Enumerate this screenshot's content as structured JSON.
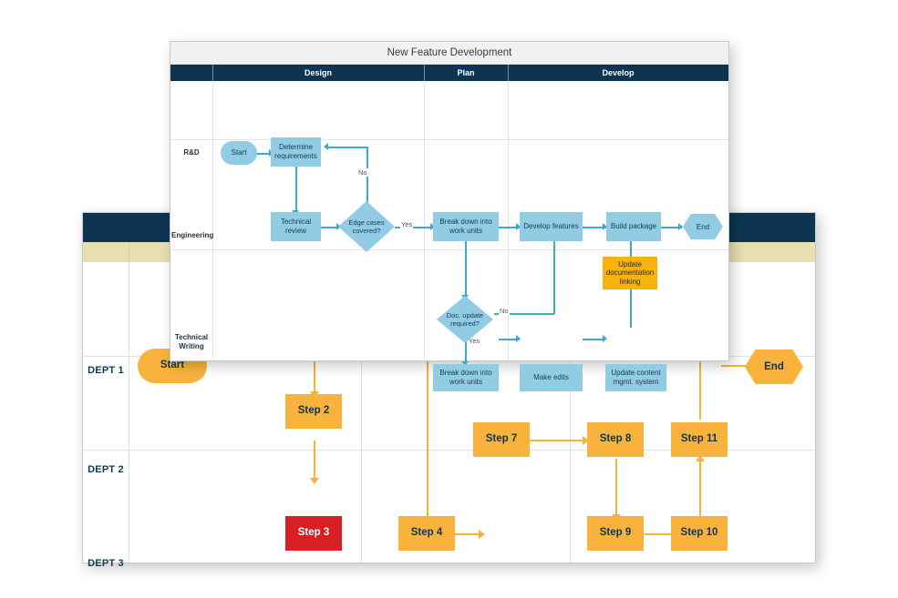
{
  "background_diagram": {
    "name": "swimlane-steps-diagram",
    "lanes": [
      "DEPT 1",
      "DEPT 2",
      "DEPT 3"
    ],
    "colors": {
      "header": "#0d3552",
      "band": "#e7dfb1",
      "node": "#f9b33c",
      "alert_node": "#d81f26",
      "connector": "#f7b336"
    },
    "nodes": [
      {
        "id": "start",
        "label": "Start",
        "lane": "DEPT 1",
        "shape": "pill",
        "state": "normal"
      },
      {
        "id": "end",
        "label": "End",
        "lane": "DEPT 1",
        "shape": "hex",
        "state": "normal"
      },
      {
        "id": "step2",
        "label": "Step 2",
        "lane": "DEPT 2",
        "shape": "rect",
        "state": "normal"
      },
      {
        "id": "step7",
        "label": "Step 7",
        "lane": "DEPT 2",
        "shape": "rect",
        "state": "normal"
      },
      {
        "id": "step8",
        "label": "Step 8",
        "lane": "DEPT 2",
        "shape": "rect",
        "state": "normal"
      },
      {
        "id": "step11",
        "label": "Step 11",
        "lane": "DEPT 2",
        "shape": "rect",
        "state": "normal"
      },
      {
        "id": "step3",
        "label": "Step 3",
        "lane": "DEPT 3",
        "shape": "rect",
        "state": "alert"
      },
      {
        "id": "step4",
        "label": "Step 4",
        "lane": "DEPT 3",
        "shape": "rect",
        "state": "normal"
      },
      {
        "id": "step9",
        "label": "Step 9",
        "lane": "DEPT 3",
        "shape": "rect",
        "state": "normal"
      },
      {
        "id": "step10",
        "label": "Step 10",
        "lane": "DEPT 3",
        "shape": "rect",
        "state": "normal"
      }
    ],
    "edges": [
      {
        "from": "step2",
        "to": "step3",
        "label": ""
      },
      {
        "from": "step3",
        "to": "step4",
        "label": ""
      },
      {
        "from": "step4",
        "to": "step7",
        "label": ""
      },
      {
        "from": "step7",
        "to": "step8",
        "label": ""
      },
      {
        "from": "step8",
        "to": "step9",
        "label": ""
      },
      {
        "from": "step9",
        "to": "step10",
        "label": ""
      },
      {
        "from": "step10",
        "to": "step11",
        "label": ""
      },
      {
        "from": "step11",
        "to": "end",
        "label": ""
      }
    ]
  },
  "front_diagram": {
    "title": "New Feature Development",
    "columns": [
      "Design",
      "Plan",
      "Develop"
    ],
    "lanes": [
      "R&D",
      "Engineering",
      "Technical Writing"
    ],
    "colors": {
      "header": "#0d3552",
      "titlebar": "#f1f1f1",
      "node": "#92cce4",
      "highlight_node": "#f9b20c",
      "connector": "#3fa8cc"
    },
    "nodes": [
      {
        "id": "start",
        "label": "Start",
        "lane": "R&D",
        "column": "Design",
        "shape": "pill",
        "state": "normal"
      },
      {
        "id": "determine",
        "label": "Determine requirements",
        "lane": "R&D",
        "column": "Design",
        "shape": "rect",
        "state": "normal"
      },
      {
        "id": "techreview",
        "label": "Technical review",
        "lane": "Engineering",
        "column": "Design",
        "shape": "rect",
        "state": "normal"
      },
      {
        "id": "edgecases",
        "label": "Edge cases covered?",
        "lane": "Engineering",
        "column": "Design",
        "shape": "diamond",
        "state": "normal"
      },
      {
        "id": "breakdown1",
        "label": "Break down into work units",
        "lane": "Engineering",
        "column": "Plan",
        "shape": "rect",
        "state": "normal"
      },
      {
        "id": "develop",
        "label": "Develop features",
        "lane": "Engineering",
        "column": "Develop",
        "shape": "rect",
        "state": "normal"
      },
      {
        "id": "build",
        "label": "Build package",
        "lane": "Engineering",
        "column": "Develop",
        "shape": "rect",
        "state": "normal"
      },
      {
        "id": "end",
        "label": "End",
        "lane": "Engineering",
        "column": "Develop",
        "shape": "hex",
        "state": "normal"
      },
      {
        "id": "updatedoc",
        "label": "Update documentation linking",
        "lane": "Engineering",
        "column": "Develop",
        "shape": "rect",
        "state": "highlight"
      },
      {
        "id": "docupdate",
        "label": "Doc. update required?",
        "lane": "Technical Writing",
        "column": "Plan",
        "shape": "diamond",
        "state": "normal"
      },
      {
        "id": "breakdown2",
        "label": "Break down into work units",
        "lane": "Technical Writing",
        "column": "Plan",
        "shape": "rect",
        "state": "normal"
      },
      {
        "id": "makeedits",
        "label": "Make edits",
        "lane": "Technical Writing",
        "column": "Develop",
        "shape": "rect",
        "state": "normal"
      },
      {
        "id": "updatecms",
        "label": "Update content mgmt. system",
        "lane": "Technical Writing",
        "column": "Develop",
        "shape": "rect",
        "state": "normal"
      }
    ],
    "edges": [
      {
        "from": "start",
        "to": "determine",
        "label": ""
      },
      {
        "from": "determine",
        "to": "techreview",
        "label": ""
      },
      {
        "from": "techreview",
        "to": "edgecases",
        "label": ""
      },
      {
        "from": "edgecases",
        "to": "determine",
        "label": "No"
      },
      {
        "from": "edgecases",
        "to": "breakdown1",
        "label": "Yes"
      },
      {
        "from": "breakdown1",
        "to": "develop",
        "label": ""
      },
      {
        "from": "breakdown1",
        "to": "docupdate",
        "label": ""
      },
      {
        "from": "develop",
        "to": "build",
        "label": ""
      },
      {
        "from": "build",
        "to": "end",
        "label": ""
      },
      {
        "from": "docupdate",
        "to": "develop",
        "label": "No"
      },
      {
        "from": "docupdate",
        "to": "breakdown2",
        "label": "Yes"
      },
      {
        "from": "breakdown2",
        "to": "makeedits",
        "label": ""
      },
      {
        "from": "makeedits",
        "to": "updatecms",
        "label": ""
      },
      {
        "from": "updatecms",
        "to": "updatedoc",
        "label": ""
      },
      {
        "from": "updatedoc",
        "to": "build",
        "label": ""
      }
    ],
    "edge_labels": {
      "no1": "No",
      "yes1": "Yes",
      "no2": "No",
      "yes2": "Yes"
    }
  }
}
